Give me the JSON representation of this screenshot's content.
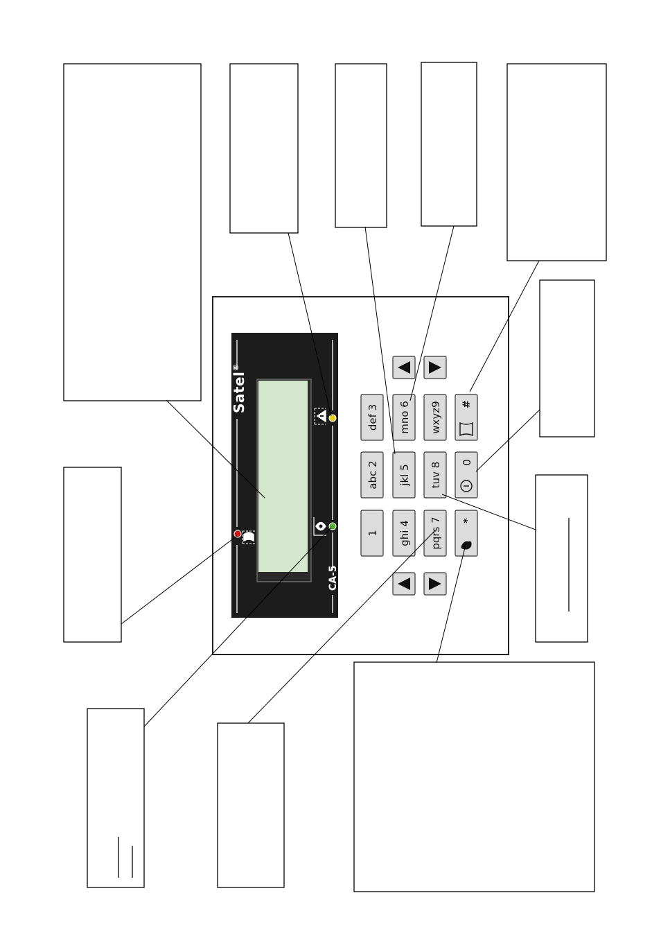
{
  "keypad": {
    "brand": "Satel",
    "brand_mark": "®",
    "model": "CA-5",
    "keys": {
      "k1": "1",
      "k2": "abc 2",
      "k3": "def 3",
      "k4": "ghi 4",
      "k5": "jkl 5",
      "k6": "mno 6",
      "k7": "pqrs 7",
      "k8": "tuv 8",
      "k9": "wxyz9",
      "k0": "0",
      "star": "*",
      "hash": "#"
    },
    "colors": {
      "panel": "#1c1c1c",
      "lcd": "#d2e7cc",
      "key": "#dcdcdc",
      "led_alarm": "#d41414",
      "led_trouble": "#e6d21e",
      "led_armed": "#58b032"
    }
  }
}
